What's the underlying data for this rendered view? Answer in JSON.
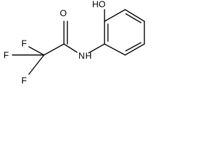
{
  "molecule": {
    "atoms": {
      "hydroxyl": "HO",
      "carbonyl_oxygen": "O",
      "amide_nitrogen": "N",
      "amide_hydrogen": "H",
      "fluorine_top": "F",
      "fluorine_left": "F",
      "fluorine_bottom": "F"
    }
  }
}
